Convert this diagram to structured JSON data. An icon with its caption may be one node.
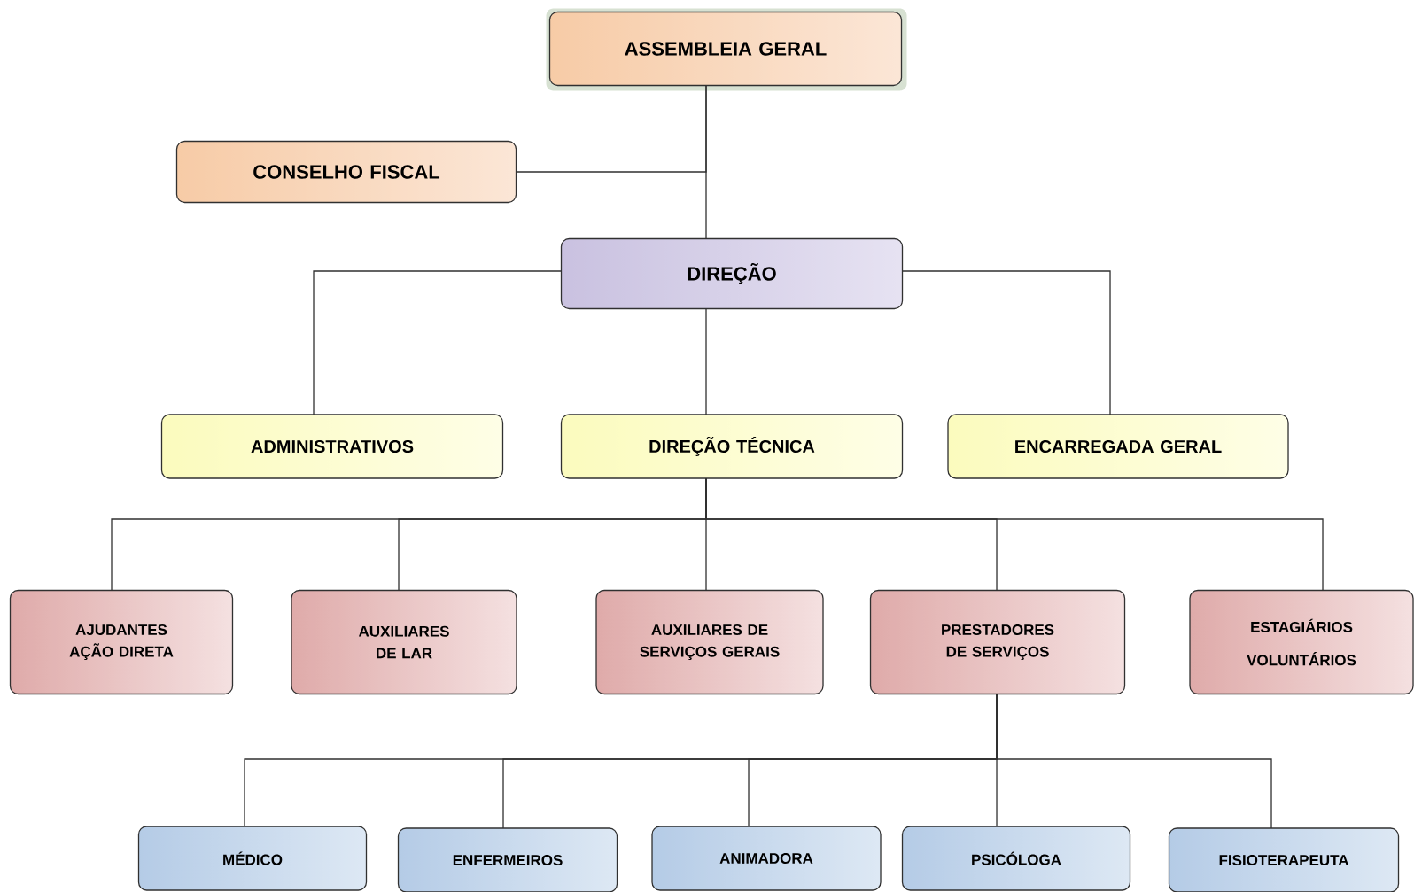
{
  "diagram": {
    "nodes": [
      {
        "text": [
          "ASSEMBLEIA GERAL"
        ]
      },
      {
        "text": [
          "CONSELHO FISCAL"
        ]
      },
      {
        "text": [
          "DIREÇÃO"
        ]
      },
      {
        "text": [
          "ADMINISTRATIVOS"
        ]
      },
      {
        "text": [
          "DIREÇÃO TÉCNICA"
        ]
      },
      {
        "text": [
          "ENCARREGADA GERAL"
        ]
      },
      {
        "text": [
          "AJUDANTES AÇÃO DIRETA"
        ]
      },
      {
        "text": [
          "AUXILIARES DE LAR"
        ]
      },
      {
        "text": [
          "AUXILIARES DE SERVIÇOS GERAIS"
        ]
      },
      {
        "text": [
          "PRESTADORES DE SERVIÇOS"
        ]
      },
      {
        "text": [
          "ESTAGIÁRIOS VOLUNTÁRIOS"
        ]
      },
      {
        "text": [
          "MÉDICO"
        ]
      },
      {
        "text": [
          "ENFERMEIROS"
        ]
      },
      {
        "text": [
          "ANIMADORA"
        ]
      },
      {
        "text": [
          "PSICÓLOGA"
        ]
      },
      {
        "text": [
          "FISIOTERAPEUTA"
        ]
      }
    ],
    "edges": [
      {
        "from": 0,
        "to": 2,
        "arrow": "none"
      },
      {
        "from": 0,
        "to": 1,
        "arrow": "none"
      },
      {
        "from": 2,
        "to": 3,
        "arrow": "none"
      },
      {
        "from": 2,
        "to": 4,
        "arrow": "none"
      },
      {
        "from": 2,
        "to": 5,
        "arrow": "none"
      },
      {
        "from": 4,
        "to": 6,
        "arrow": "none"
      },
      {
        "from": 4,
        "to": 7,
        "arrow": "none"
      },
      {
        "from": 4,
        "to": 8,
        "arrow": "none"
      },
      {
        "from": 4,
        "to": 9,
        "arrow": "none"
      },
      {
        "from": 4,
        "to": 10,
        "arrow": "none"
      },
      {
        "from": 9,
        "to": 11,
        "arrow": "none"
      },
      {
        "from": 9,
        "to": 12,
        "arrow": "none"
      },
      {
        "from": 9,
        "to": 13,
        "arrow": "none"
      },
      {
        "from": 9,
        "to": 14,
        "arrow": "none"
      },
      {
        "from": 9,
        "to": 15,
        "arrow": "none"
      }
    ]
  }
}
